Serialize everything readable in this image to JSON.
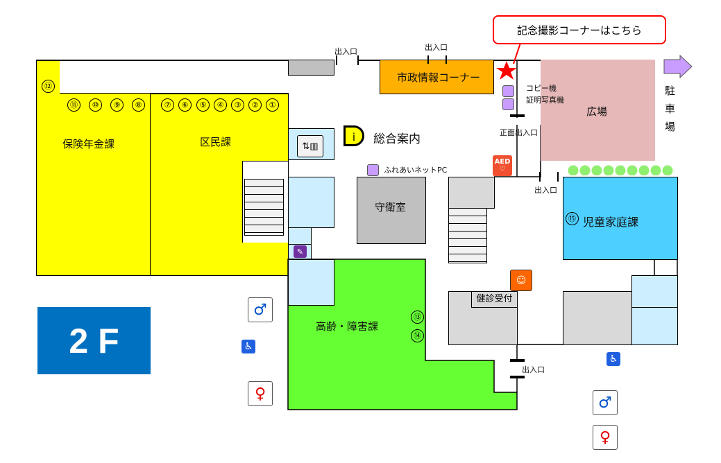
{
  "floor": "2 F",
  "callout": "記念撮影コーナーはこちら",
  "rooms": {
    "hoken": "保険年金課",
    "kumin": "区民課",
    "shisei": "市政情報コーナー",
    "hiroba": "広場",
    "shuei": "守衛室",
    "jido": "児童家庭課",
    "korei": "高齢・障害課",
    "kenshin": "健診受付"
  },
  "info": {
    "label": "総合案内",
    "icon_text": "i"
  },
  "labels": {
    "entrance": "出入口",
    "front_entrance": "正面出入口",
    "copy": "コピー機",
    "photo": "証明写真機",
    "fureai": "ふれあいネットPC",
    "parking": [
      "駐",
      "車",
      "場"
    ],
    "aed": "AED"
  },
  "windows": {
    "kumin": [
      "⑦",
      "⑥",
      "⑤",
      "④",
      "③",
      "②",
      "①"
    ],
    "hoken": [
      "⑪",
      "⑩",
      "⑨",
      "⑧"
    ],
    "hoken_top": "⑫",
    "korei": [
      "⑬",
      "⑭"
    ],
    "jido": "⑮"
  },
  "colors": {
    "yellow": "#ffff00",
    "orange": "#ffb000",
    "pink": "#e6b8b8",
    "blue": "#4dd0ff",
    "lightblue": "#cceeff",
    "green": "#66ff33",
    "floor": "#0070c0"
  }
}
